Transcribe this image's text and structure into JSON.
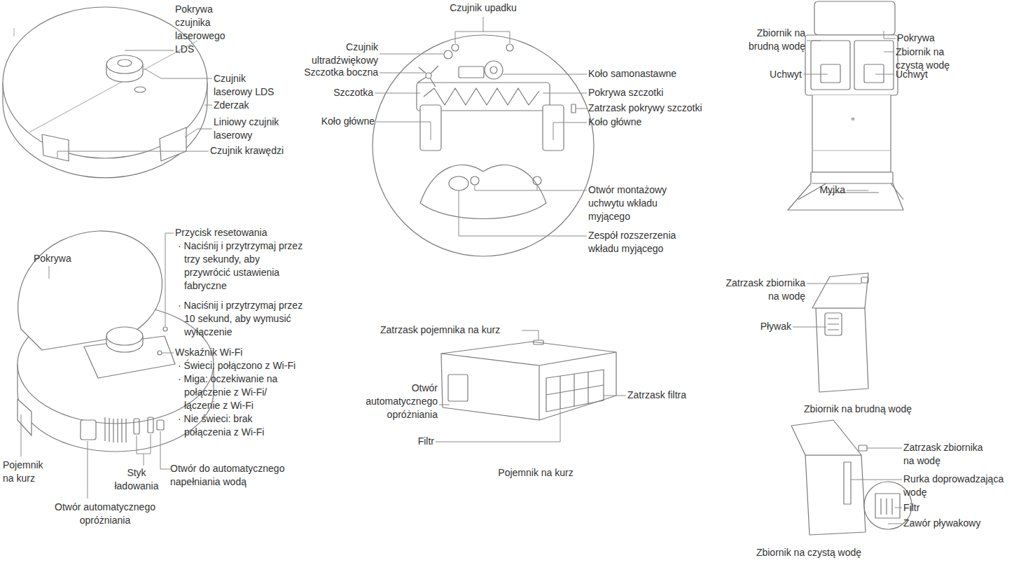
{
  "diagram": {
    "labels": [
      "Pokrywa czujnika laserowego LDS",
      "Czujnik laserowy LDS",
      "Zderzak",
      "Liniowy czujnik laserowy",
      "Czujnik krawędzi",
      "Czujnik upadku",
      "Czujnik ultradźwiękowy",
      "Szczotka boczna",
      "Szczotka",
      "Koło główne",
      "Koło samonastawne",
      "Pokrywa szczotki",
      "Zatrzask pokrywy szczotki",
      "Koło główne",
      "Otwór montażowy uchwytu wkładu myjącego",
      "Zespół rozszerzenia wkładu myjącego",
      "Zbiornik na brudną wodę",
      "Pokrywa",
      "Zbiornik na czystą wodę",
      "Uchwyt",
      "Uchwyt",
      "Myjka",
      "Pokrywa",
      "Przycisk resetowania",
      "· Naciśnij i przytrzymaj przez trzy sekundy, aby przywrócić ustawienia fabryczne",
      "· Naciśnij i przytrzymaj przez 10 sekund, aby wymusić wyłączenie",
      "Wskaźnik Wi-Fi",
      "· Świeci: połączono z Wi-Fi",
      "· Miga: oczekiwanie na połączenie z Wi-Fi/ łączenie z Wi-Fi",
      "· Nie świeci: brak połączenia z Wi-Fi",
      "Pojemnik na kurz",
      "Styk ładowania",
      "Otwór do automatycznego napełniania wodą",
      "Otwór automatycznego opróżniania",
      "Zatrzask pojemnika na kurz",
      "Otwór automatycznego opróżniania",
      "Filtr",
      "Zatrzask filtra",
      "Pojemnik na kurz",
      "Zatrzask zbiornika na wodę",
      "Pływak",
      "Zbiornik na brudną wodę",
      "Zatrzask zbiornika na wodę",
      "Rurka doprowadzająca wodę",
      "Filtr",
      "Zawór pływakowy",
      "Zbiornik na czystą wodę"
    ]
  }
}
